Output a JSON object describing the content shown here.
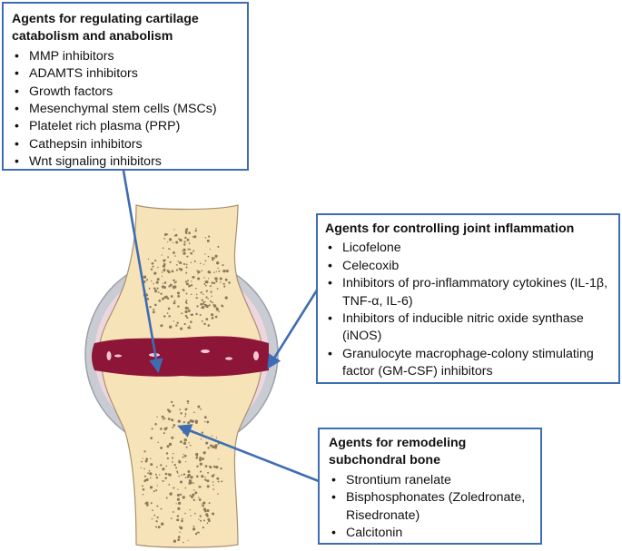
{
  "boxes": {
    "cartilage": {
      "title": "Agents for regulating cartilage catabolism and anabolism",
      "items": [
        "MMP inhibitors",
        "ADAMTS inhibitors",
        "Growth factors",
        "Mesenchymal stem cells (MSCs)",
        "Platelet rich plasma (PRP)",
        "Cathepsin inhibitors",
        "Wnt signaling inhibitors"
      ]
    },
    "inflammation": {
      "title": "Agents for controlling joint inflammation",
      "items": [
        "Licofelone",
        "Celecoxib",
        "Inhibitors of pro-inflammatory cytokines (IL-1β, TNF-α, IL-6)",
        "Inhibitors of inducible nitric oxide synthase (iNOS)",
        "Granulocyte macrophage-colony stimulating factor (GM-CSF) inhibitors"
      ]
    },
    "bone": {
      "title": "Agents for remodeling subchondral bone",
      "items": [
        "Strontium ranelate",
        "Bisphosphonates (Zoledronate, Risedronate)",
        "Calcitonin"
      ]
    }
  },
  "colors": {
    "box_border": "#3e6db3",
    "arrow": "#3e6db3",
    "bone_fill": "#f7e3b8",
    "bone_stroke": "#a89070",
    "cartilage_red": "#8c1538",
    "capsule_gray": "#c9ccd3",
    "synovium_pink": "#efd6de",
    "trabecular_speckle": "#8a7a5a"
  }
}
